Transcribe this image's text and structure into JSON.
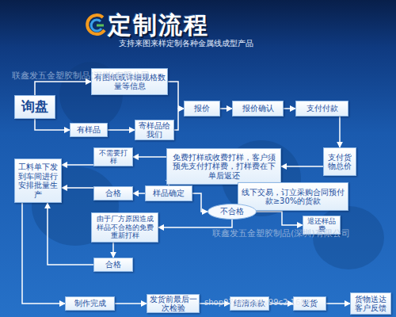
{
  "diagram": {
    "title": "定制流程",
    "caption": "支持来图来样定制各种金属线成型产品",
    "nodes": [
      {
        "text": [
          "询盘"
        ]
      },
      {
        "text": [
          "有图纸或详细规格数量等信息"
        ]
      },
      {
        "text": [
          "有样品"
        ]
      },
      {
        "text": [
          "寄样品给我们"
        ]
      },
      {
        "text": [
          "报价"
        ]
      },
      {
        "text": [
          "报价确认"
        ]
      },
      {
        "text": [
          "支付付款"
        ]
      },
      {
        "text": [
          "支付货物总价"
        ]
      },
      {
        "text": [
          "免费打样或收费打样，客户须预先支付打样费，打样费在下单后返还"
        ]
      },
      {
        "text": [
          "不需要打样"
        ]
      },
      {
        "text": [
          "工料单下发到车间进行安排批量生产"
        ]
      },
      {
        "text": [
          "合格"
        ]
      },
      {
        "text": [
          "样品确定"
        ]
      },
      {
        "text": [
          "线下交易，订立采购合同预付款≥30%的货款"
        ]
      },
      {
        "text": [
          "不合格"
        ]
      },
      {
        "text": [
          "由于厂方原因造成样品不合格的免费重新打样"
        ]
      },
      {
        "text": [
          "退还样品费"
        ]
      },
      {
        "text": [
          "合格"
        ]
      },
      {
        "text": [
          "制作完成"
        ]
      },
      {
        "text": [
          "发货前最后一次检验"
        ]
      },
      {
        "text": [
          "结清余款"
        ]
      },
      {
        "text": [
          "发货"
        ]
      },
      {
        "text": [
          "货物送达客户反馈"
        ]
      }
    ],
    "edges": [
      {
        "from": 0,
        "to": 1,
        "arrow": "to"
      },
      {
        "from": 0,
        "to": 2,
        "arrow": "to"
      },
      {
        "from": 2,
        "to": 3,
        "arrow": "to"
      },
      {
        "from": 1,
        "to": 4,
        "arrow": "to"
      },
      {
        "from": 3,
        "to": 4,
        "arrow": "to"
      },
      {
        "from": 4,
        "to": 5,
        "arrow": "to"
      },
      {
        "from": 5,
        "to": 6,
        "arrow": "to"
      },
      {
        "from": 6,
        "to": 7,
        "arrow": "to"
      },
      {
        "from": 7,
        "to": 8,
        "arrow": "to"
      },
      {
        "from": 8,
        "to": 9,
        "arrow": "to"
      },
      {
        "from": 9,
        "to": 10,
        "arrow": "to"
      },
      {
        "from": 8,
        "to": 12,
        "arrow": "to"
      },
      {
        "from": 12,
        "to": 11,
        "arrow": "to"
      },
      {
        "from": 11,
        "to": 10,
        "arrow": "to"
      },
      {
        "from": 12,
        "to": 14,
        "arrow": "to"
      },
      {
        "from": 14,
        "to": 15,
        "arrow": "to"
      },
      {
        "from": 14,
        "to": 16,
        "arrow": "to"
      },
      {
        "from": 15,
        "to": 17,
        "arrow": "to"
      },
      {
        "from": 17,
        "to": 10,
        "arrow": "to"
      },
      {
        "from": 10,
        "to": 18,
        "arrow": "to"
      },
      {
        "from": 18,
        "to": 19,
        "arrow": "to"
      },
      {
        "from": 19,
        "to": 20,
        "arrow": "to"
      },
      {
        "from": 20,
        "to": 21,
        "arrow": "to"
      },
      {
        "from": 21,
        "to": 22,
        "arrow": "to"
      }
    ],
    "labels": [
      "联鑫发五金塑胶制品(深圳)有限公司",
      "联鑫发五金塑胶制品(深圳)有限公司",
      "shop07183095v99c2.1688"
    ]
  }
}
